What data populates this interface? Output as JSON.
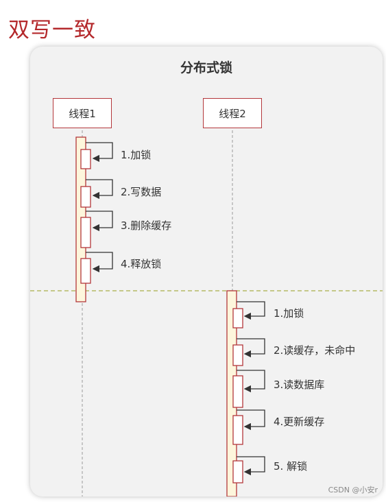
{
  "header": {
    "title": "双写一致"
  },
  "diagram": {
    "title": "分布式锁",
    "actors": [
      {
        "label": "线程1"
      },
      {
        "label": "线程2"
      }
    ],
    "thread1_steps": [
      "1.加锁",
      "2.写数据",
      "3.删除缓存",
      "4.释放锁"
    ],
    "thread2_steps": [
      "1.加锁",
      "2.读缓存，未命中",
      "3.读数据库",
      "4.更新缓存",
      "5. 解锁"
    ]
  },
  "colors": {
    "title_red": "#b4282b",
    "box_border": "#b3363a",
    "activation_fill": "#fdf6dc",
    "divider": "#a8b04a"
  },
  "footer": {
    "watermark": "CSDN @小安r"
  }
}
